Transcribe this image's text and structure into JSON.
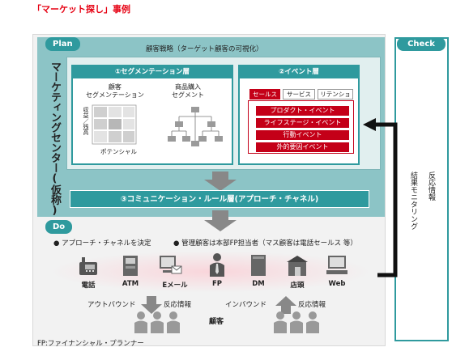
{
  "header": {
    "title": "「マーケット探し」事例"
  },
  "plan": {
    "tab": "Plan",
    "side_label": "マーケティングセンター(仮称)",
    "strategy_label": "顧客戦略（ターゲット顧客の可視化）",
    "segmentation_layer": {
      "title": "①セグメンテーション層",
      "left_heading": "顧客\nセグメンテーション",
      "axis_y_top": "収益",
      "axis_y_sep": "／",
      "axis_y_bottom": "残高",
      "axis_x": "ポテンシャル",
      "right_heading": "商品購入\nセグメント"
    },
    "event_layer": {
      "title": "②イベント層",
      "tabs": [
        "セールス",
        "サービス",
        "リテンション"
      ],
      "events": [
        "プロダクト・イベント",
        "ライフステージ・イベント",
        "行動イベント",
        "外的要因イベント"
      ]
    },
    "communication_layer": {
      "title": "③コミュニケーション・ルール層(アプローチ・チャネル)"
    }
  },
  "do_section": {
    "tab": "Do",
    "bullets": [
      "アプローチ・チャネルを決定",
      "管理顧客は本部FP担当者（マス顧客は電話セールス 等）"
    ],
    "channels": [
      {
        "label": "電話",
        "icon": "phone-icon"
      },
      {
        "label": "ATM",
        "icon": "atm-icon"
      },
      {
        "label": "Eメール",
        "icon": "email-icon"
      },
      {
        "label": "FP",
        "icon": "person-icon"
      },
      {
        "label": "DM",
        "icon": "mail-icon"
      },
      {
        "label": "店頭",
        "icon": "store-icon"
      },
      {
        "label": "Web",
        "icon": "computer-icon"
      }
    ],
    "outbound": "アウトバウンド",
    "inbound": "インバウンド",
    "reaction_left": "反応情報",
    "reaction_right": "反応情報",
    "customers": "顧客"
  },
  "check": {
    "tab": "Check",
    "monitoring": "結果モニタリング",
    "reaction": "反応情報"
  },
  "footnote": "FP:ファイナンシャル・プランナー",
  "colors": {
    "teal": "#2f9a9e",
    "teal_light": "#8cc4c6",
    "red": "#c40018",
    "title_red": "#e60012",
    "gray": "#888888"
  }
}
